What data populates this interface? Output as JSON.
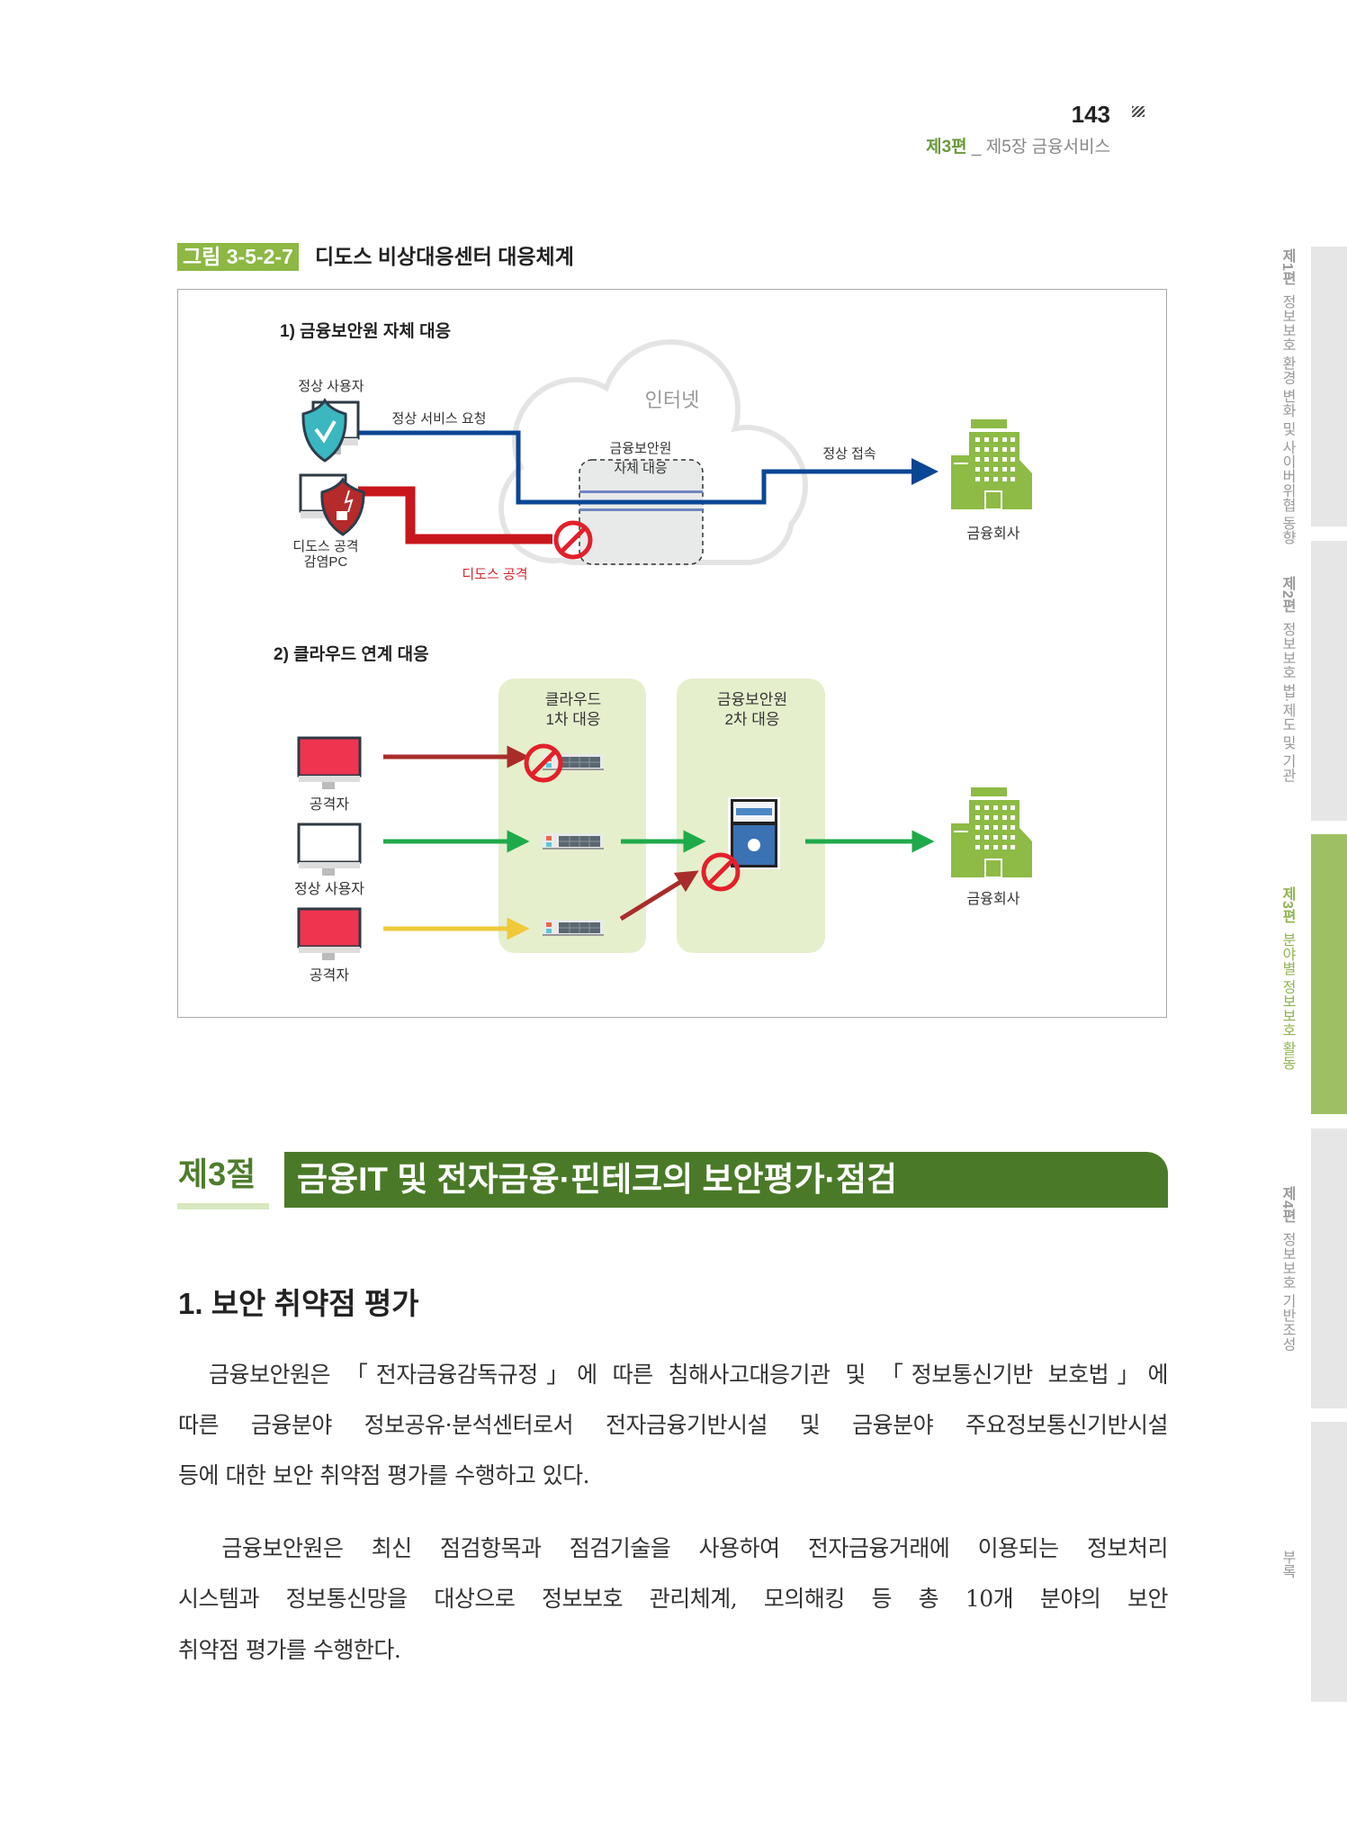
{
  "header": {
    "page_number": "143",
    "part": "제3편",
    "separator": "_",
    "chapter": "제5장 금융서비스"
  },
  "side_tabs": [
    {
      "part": "제1편",
      "title": "정보보호 환경 변화 및 사이버위협 동향",
      "active": false
    },
    {
      "part": "제2편",
      "title": "정보보호 법·제도 및 기관",
      "active": false
    },
    {
      "part": "제3편",
      "title": "분야별 정보보호 활동",
      "active": true
    },
    {
      "part": "제4편",
      "title": "정보보호 기반조성",
      "active": false
    },
    {
      "part": "",
      "title": "부록",
      "active": false
    }
  ],
  "figure": {
    "number": "그림 3-5-2-7",
    "title": "디도스 비상대응센터 대응체계",
    "part1": {
      "title": "1) 금융보안원 자체 대응",
      "normal_user": "정상 사용자",
      "normal_request": "정상 서비스 요청",
      "internet": "인터넷",
      "fsi_line1": "금융보안원",
      "fsi_line2": "자체 대응",
      "normal_access": "정상 접속",
      "infected_pc_line1": "디도스 공격",
      "infected_pc_line2": "감염PC",
      "ddos_attack": "디도스 공격",
      "financial_company": "금융회사"
    },
    "part2": {
      "title": "2) 클라우드 연계 대응",
      "cloud_line1": "클라우드",
      "cloud_line2": "1차 대응",
      "fsi_line1": "금융보안원",
      "fsi_line2": "2차 대응",
      "attacker1": "공격자",
      "normal_user": "정상 사용자",
      "attacker2": "공격자",
      "financial_company": "금융회사"
    },
    "colors": {
      "normal": "#0a4694",
      "attack": "#c8161d",
      "green": "#1faa4a",
      "yellow": "#f0c93a",
      "panel": "#e5efcc",
      "building": "#8dbb45"
    }
  },
  "section": {
    "number": "제3절",
    "title": "금융IT 및 전자금융·핀테크의 보안평가·점검"
  },
  "subsection": {
    "title": "1. 보안 취약점 평가"
  },
  "paragraphs": [
    {
      "lines": [
        "　금융보안원은 「전자금융감독규정」에 따른 침해사고대응기관 및 「정보통신기반 보호법」에",
        "따른 금융분야 정보공유·분석센터로서 전자금융기반시설 및 금융분야 주요정보통신기반시설",
        "등에 대한 보안 취약점 평가를 수행하고 있다."
      ]
    },
    {
      "lines": [
        "　금융보안원은 최신 점검항목과 점검기술을 사용하여 전자금융거래에 이용되는 정보처리",
        "시스템과 정보통신망을 대상으로 정보보호 관리체계, 모의해킹 등 총 10개 분야의 보안",
        "취약점 평가를 수행한다."
      ]
    }
  ]
}
